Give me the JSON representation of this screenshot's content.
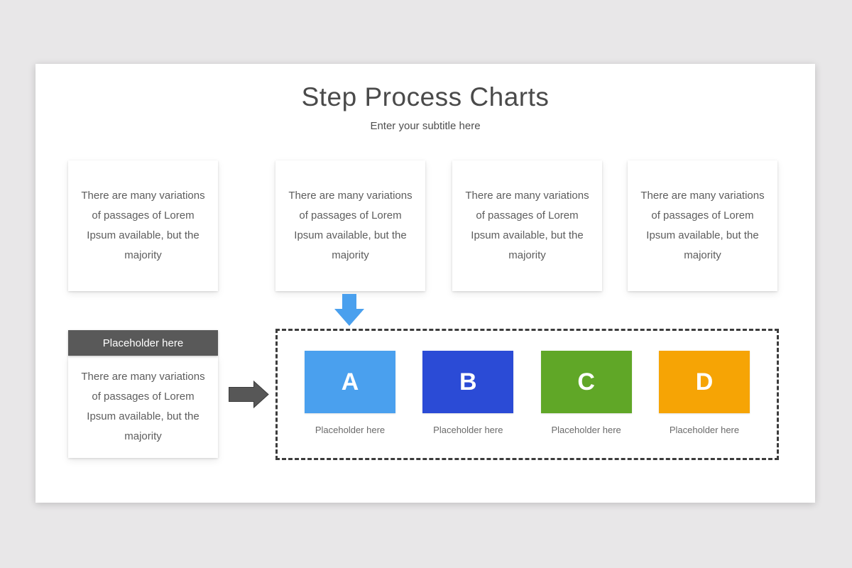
{
  "colors": {
    "canvas_bg": "#e8e7e8",
    "accent_blue": "#4aa0ee",
    "royal_blue": "#2b4bd6",
    "green": "#60a727",
    "orange": "#f6a405",
    "arrow_gray": "#575757",
    "arrow_gray_stroke": "#3c3c3c",
    "header_bar_gray": "#595959",
    "dashed_border": "#3c3c3c"
  },
  "slide": {
    "title": "Step Process Charts",
    "subtitle": "Enter your subtitle here"
  },
  "cards": [
    {
      "text": "There are many variations of passages of Lorem Ipsum available, but the majority"
    },
    {
      "text": "There are many variations of passages of Lorem Ipsum available, but the majority"
    },
    {
      "text": "There are many variations of passages of Lorem Ipsum available, but the majority"
    },
    {
      "text": "There are many variations of passages of Lorem Ipsum available, but the majority"
    }
  ],
  "side_box": {
    "header": "Placeholder here",
    "text": "There are many variations of passages of Lorem Ipsum available, but the majority"
  },
  "steps": [
    {
      "letter": "A",
      "color": "#4aa0ee",
      "label": "Placeholder here"
    },
    {
      "letter": "B",
      "color": "#2b4bd6",
      "label": "Placeholder here"
    },
    {
      "letter": "C",
      "color": "#60a727",
      "label": "Placeholder here"
    },
    {
      "letter": "D",
      "color": "#f6a405",
      "label": "Placeholder here"
    }
  ]
}
